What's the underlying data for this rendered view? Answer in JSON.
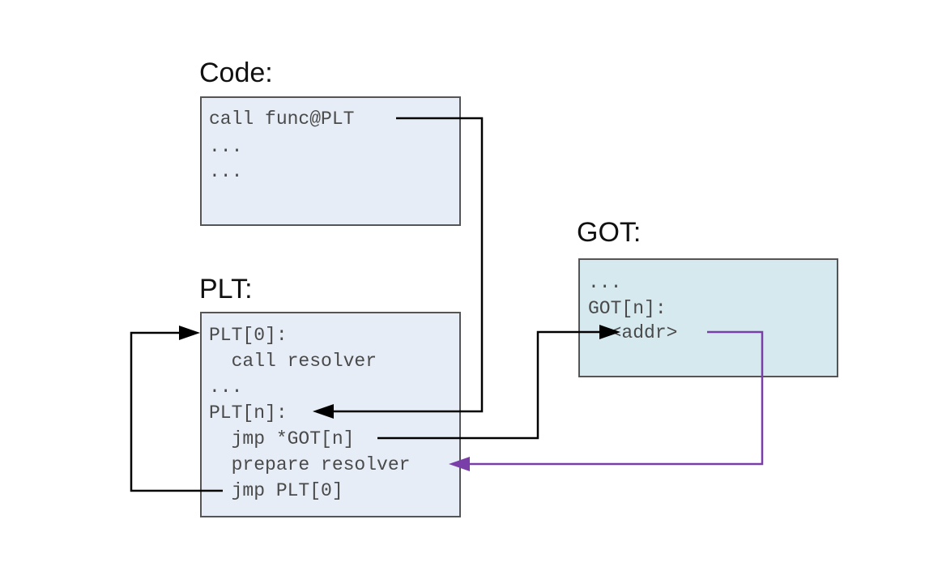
{
  "code": {
    "title": "Code:",
    "lines": [
      "call func@PLT",
      "...",
      "..."
    ]
  },
  "plt": {
    "title": "PLT:",
    "lines": [
      "PLT[0]:",
      "  call resolver",
      "...",
      "PLT[n]:",
      "  jmp *GOT[n]",
      "  prepare resolver",
      "  jmp PLT[0]"
    ]
  },
  "got": {
    "title": "GOT:",
    "lines": [
      "...",
      "GOT[n]:",
      "  <addr>"
    ]
  },
  "colors": {
    "code_box": "#e6edf6",
    "plt_box": "#e6edf6",
    "got_box": "#d5e9ef",
    "arrow_black": "#000000",
    "arrow_purple": "#7a3ea8"
  }
}
